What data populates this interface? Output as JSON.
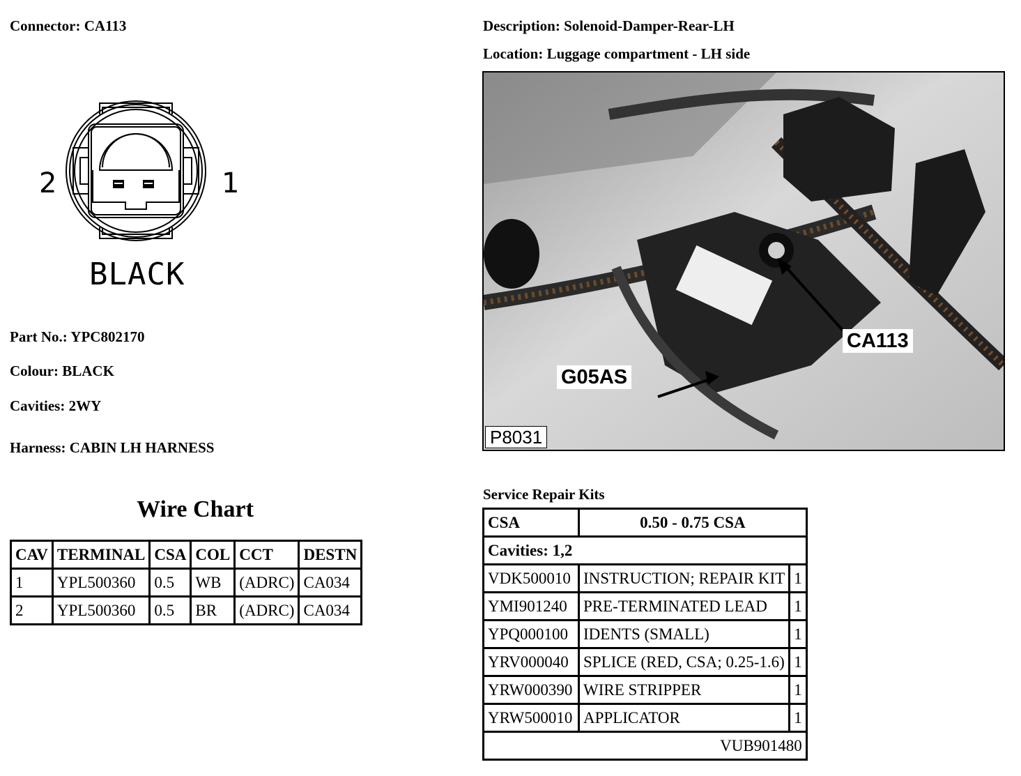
{
  "connector": {
    "label": "Connector:",
    "value": "CA113"
  },
  "description": {
    "label": "Description:",
    "value": "Solenoid-Damper-Rear-LH"
  },
  "location": {
    "label": "Location:",
    "value": "Luggage compartment - LH side"
  },
  "drawing": {
    "pin_left": "2",
    "pin_right": "1",
    "colour_text": "BLACK"
  },
  "part": {
    "label": "Part No.:",
    "value": "YPC802170"
  },
  "colour": {
    "label": "Colour:",
    "value": "BLACK"
  },
  "cavities": {
    "label": "Cavities:",
    "value": "2WY"
  },
  "harness": {
    "label": "Harness:",
    "value": "CABIN LH HARNESS"
  },
  "photo": {
    "tag_ca": "CA113",
    "tag_g": "G05AS",
    "ref": "P8031"
  },
  "wire_chart": {
    "title": "Wire Chart",
    "headers": [
      "CAV",
      "TERMINAL",
      "CSA",
      "COL",
      "CCT",
      "DESTN"
    ],
    "rows": [
      [
        "1",
        "YPL500360",
        "0.5",
        "WB",
        "(ADRC)",
        "CA034"
      ],
      [
        "2",
        "YPL500360",
        "0.5",
        "BR",
        "(ADRC)",
        "CA034"
      ]
    ]
  },
  "kits": {
    "title": "Service Repair Kits",
    "csa_label": "CSA",
    "csa_value": "0.50 - 0.75 CSA",
    "cavities": "Cavities: 1,2",
    "items": [
      [
        "VDK500010",
        "INSTRUCTION; REPAIR KIT",
        "1"
      ],
      [
        "YMI901240",
        "PRE-TERMINATED LEAD",
        "1"
      ],
      [
        "YPQ000100",
        "IDENTS (SMALL)",
        "1"
      ],
      [
        "YRV000040",
        "SPLICE (RED, CSA; 0.25-1.6)",
        "1"
      ],
      [
        "YRW000390",
        "WIRE STRIPPER",
        "1"
      ],
      [
        "YRW500010",
        "APPLICATOR",
        "1"
      ]
    ],
    "footer": "VUB901480"
  }
}
